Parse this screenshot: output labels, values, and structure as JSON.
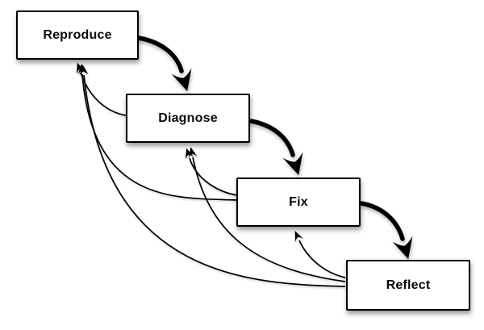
{
  "diagram": {
    "background_color": "#ffffff",
    "line_color": "#000000",
    "box_fill_color": "#ffffff",
    "nodes": [
      {
        "id": "reproduce",
        "label": "Reproduce"
      },
      {
        "id": "diagnose",
        "label": "Diagnose"
      },
      {
        "id": "fix",
        "label": "Fix"
      },
      {
        "id": "reflect",
        "label": "Reflect"
      }
    ],
    "edges": {
      "forward": [
        {
          "from": "Reproduce",
          "to": "Diagnose",
          "style": "thick-curved-arrow"
        },
        {
          "from": "Diagnose",
          "to": "Fix",
          "style": "thick-curved-arrow"
        },
        {
          "from": "Fix",
          "to": "Reflect",
          "style": "thick-curved-arrow"
        }
      ],
      "backward": [
        {
          "from": "Diagnose",
          "to": "Reproduce",
          "style": "thin-curved-arrow"
        },
        {
          "from": "Fix",
          "to": "Diagnose",
          "style": "thin-curved-arrow"
        },
        {
          "from": "Fix",
          "to": "Reproduce",
          "style": "thin-curved-arrow"
        },
        {
          "from": "Reflect",
          "to": "Fix",
          "style": "thin-curved-arrow"
        },
        {
          "from": "Reflect",
          "to": "Diagnose",
          "style": "thin-curved-arrow"
        },
        {
          "from": "Reflect",
          "to": "Reproduce",
          "style": "thin-curved-arrow"
        }
      ]
    }
  }
}
